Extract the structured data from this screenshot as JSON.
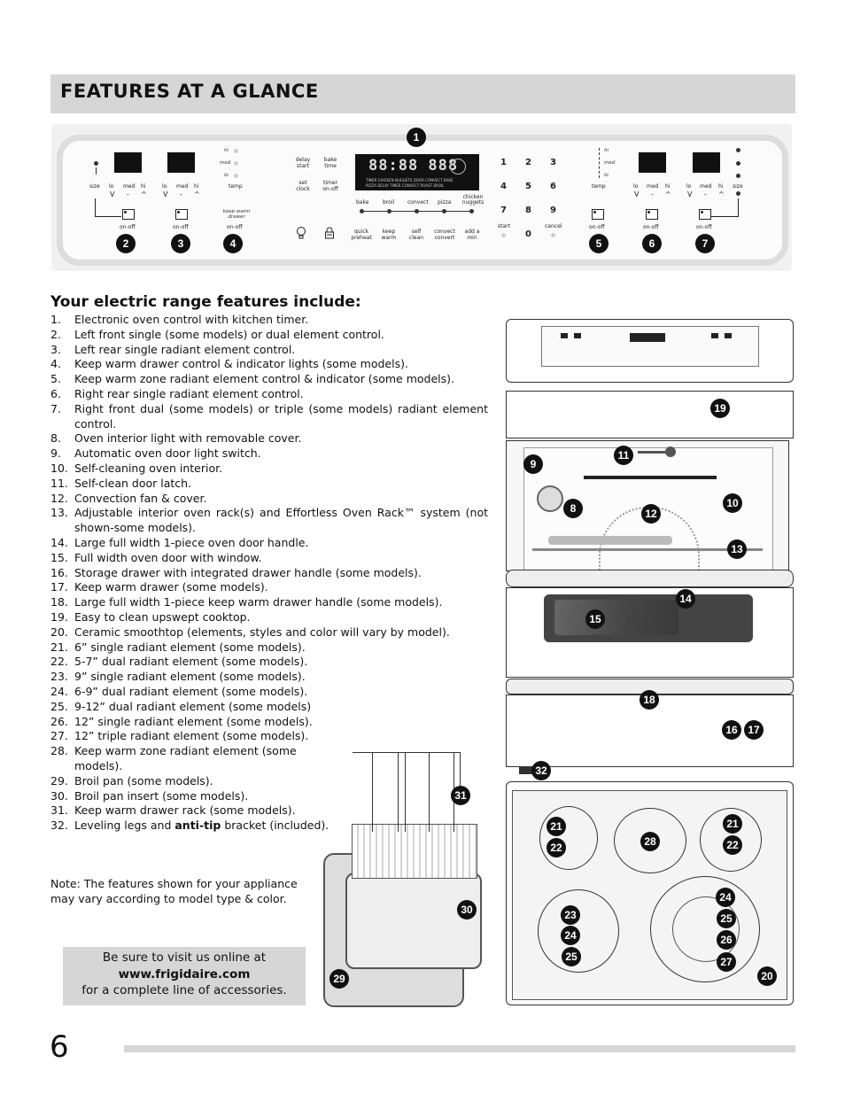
{
  "header": {
    "title": "FEATURES AT A GLANCE"
  },
  "control_panel": {
    "left_size_label": "size",
    "lo_med_hi_1": [
      "lo",
      "med",
      "hi"
    ],
    "lo_med_hi_2": [
      "lo",
      "med",
      "hi"
    ],
    "arrows": [
      "V",
      "-",
      "^"
    ],
    "hi_med_lo_warm": [
      "hi",
      "med",
      "lo"
    ],
    "temp_label": "temp",
    "keep_warm_drawer_label": "keep warm drawer",
    "on_off": "on-off",
    "delay_start": "delay start",
    "bake_time": "bake time",
    "set_clock": "set clock",
    "timer_on_off": "timer on-off",
    "display_digits": "88:88 888",
    "display_line1": "TIMER CHICKEN NUGGETS DOOR CONVECT BAKE",
    "display_line2": "PIZZA DELAY TIMER CONVECT ROAST BROIL",
    "mode_buttons": [
      "bake",
      "broil",
      "convect",
      "pizza",
      "chicken nuggets"
    ],
    "mode_buttons_2": [
      "quick preheat",
      "keep warm",
      "self clean",
      "convect convert",
      "add a min"
    ],
    "keypad": [
      "1",
      "2",
      "3",
      "4",
      "5",
      "6",
      "7",
      "8",
      "9",
      "0"
    ],
    "start": "start",
    "cancel": "cancel",
    "right_hi_med_lo": [
      "hi",
      "med",
      "lo"
    ],
    "right_temp": "temp",
    "right_lo_med_hi_1": [
      "lo",
      "med",
      "hi"
    ],
    "right_lo_med_hi_2": [
      "lo",
      "med",
      "hi"
    ],
    "right_size": "size",
    "callouts": [
      "1",
      "2",
      "3",
      "4",
      "5",
      "6",
      "7"
    ]
  },
  "features": {
    "heading": "Your electric range features include:",
    "items": [
      {
        "n": "1.",
        "t": "Electronic oven control with kitchen timer."
      },
      {
        "n": "2.",
        "t": "Left front single (some models) or dual element control."
      },
      {
        "n": "3.",
        "t": "Left rear single radiant element control."
      },
      {
        "n": "4.",
        "t": "Keep warm drawer control & indicator lights (some models)."
      },
      {
        "n": "5.",
        "t": "Keep warm zone radiant element control & indicator (some models)."
      },
      {
        "n": "6.",
        "t": "Right rear single radiant element control."
      },
      {
        "n": "7.",
        "t": "Right front dual (some models) or triple (some models) radiant element control."
      },
      {
        "n": "8.",
        "t": "Oven interior light with removable cover."
      },
      {
        "n": "9.",
        "t": "Automatic oven door light switch."
      },
      {
        "n": "10.",
        "t": "Self-cleaning oven interior."
      },
      {
        "n": "11.",
        "t": "Self-clean door latch."
      },
      {
        "n": "12.",
        "t": "Convection fan & cover."
      },
      {
        "n": "13.",
        "t": "Adjustable interior oven rack(s) and Effortless Oven Rack™ system (not shown-some models)."
      },
      {
        "n": "14.",
        "t": "Large full width 1-piece oven door handle."
      },
      {
        "n": "15.",
        "t": "Full width oven door with window."
      },
      {
        "n": "16.",
        "t": "Storage drawer with integrated drawer handle (some models)."
      },
      {
        "n": "17.",
        "t": "Keep warm drawer (some models)."
      },
      {
        "n": "18.",
        "t": "Large full width 1-piece keep warm drawer handle (some models)."
      },
      {
        "n": "19.",
        "t": "Easy to clean upswept cooktop."
      },
      {
        "n": "20.",
        "t": "Ceramic smoothtop (elements, styles and color will vary by model)."
      },
      {
        "n": "21.",
        "t": "6” single radiant element (some models)."
      },
      {
        "n": "22.",
        "t": "5-7” dual radiant element (some models)."
      },
      {
        "n": "23.",
        "t": "9” single radiant element (some models)."
      },
      {
        "n": "24.",
        "t": "6-9” dual radiant element (some models)."
      },
      {
        "n": "25.",
        "t": "9-12” dual radiant element (some models)"
      },
      {
        "n": "26.",
        "t": "12” single radiant element (some models)."
      },
      {
        "n": "27.",
        "t": "12” triple radiant element (some models)."
      },
      {
        "n": "28.",
        "t": "Keep warm zone radiant element (some models)."
      },
      {
        "n": "29.",
        "t": "Broil pan (some models)."
      },
      {
        "n": "30.",
        "t": "Broil pan insert (some models)."
      },
      {
        "n": "31.",
        "t": "Keep warm drawer rack (some models)."
      }
    ],
    "item32_n": "32.",
    "item32_a": "Leveling legs and ",
    "item32_b": "anti-tip",
    "item32_c": " bracket (included)."
  },
  "note": "Note: The features shown for your appliance may vary according to model type & color.",
  "promo": {
    "line1": "Be sure to visit us online at",
    "url": "www.frigidaire.com",
    "line3": "for a complete line of accessories."
  },
  "range_callouts": [
    "19",
    "9",
    "11",
    "8",
    "12",
    "10",
    "13",
    "14",
    "15",
    "18",
    "16",
    "17",
    "32",
    "21",
    "22",
    "28",
    "21",
    "22",
    "23",
    "24",
    "25",
    "24",
    "25",
    "26",
    "27",
    "20",
    "31",
    "30",
    "29"
  ],
  "page_number": "6"
}
